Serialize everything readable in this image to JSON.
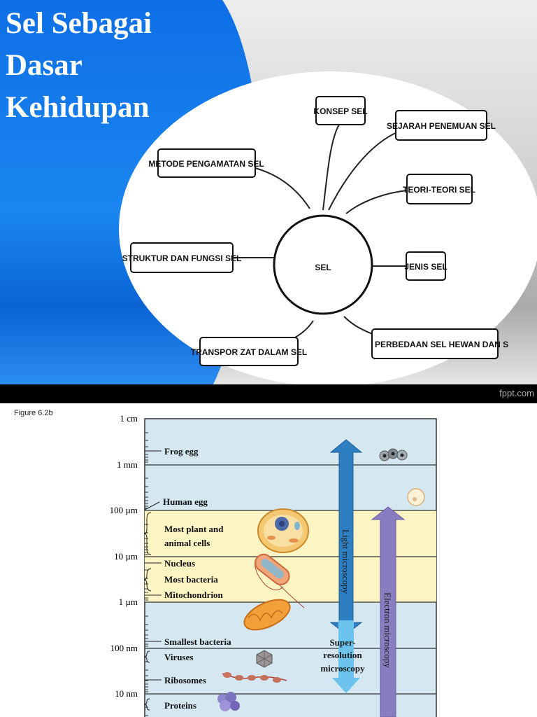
{
  "slide": {
    "title_lines": [
      "Sel Sebagai",
      "Dasar",
      "Kehidupan"
    ],
    "center_node": "SEL",
    "nodes": {
      "konsep": "KONSEP SEL",
      "sejarah": "SEJARAH PENEMUAN SEL",
      "teori": "TEORI-TEORI SEL",
      "jenis": "JENIS SEL",
      "perbedaan": "PERBEDAAN SEL HEWAN DAN S",
      "transpor": "TRANSPOR ZAT DALAM SEL",
      "struktur": "STRUKTUR DAN FUNGSI SEL",
      "metode": "METODE PENGAMATAN SEL"
    },
    "footer_credit": "fppt.com",
    "colors": {
      "blue": "#1a86f0",
      "dark_blue": "#0b5ecf"
    }
  },
  "figure": {
    "label": "Figure 6.2b",
    "scale_labels": [
      "1 cm",
      "1 mm",
      "100 µm",
      "10 µm",
      "1 µm",
      "100 nm",
      "10 nm"
    ],
    "items": {
      "frog_egg": "Frog egg",
      "human_egg": "Human egg",
      "plant_animal_1": "Most plant and",
      "plant_animal_2": "animal cells",
      "nucleus": "Nucleus",
      "bacteria": "Most bacteria",
      "mitochondrion": "Mitochondrion",
      "smallest_bacteria": "Smallest bacteria",
      "viruses": "Viruses",
      "ribosomes": "Ribosomes",
      "proteins": "Proteins"
    },
    "light_microscopy": "Light microscopy",
    "electron_microscopy": "Electron microscopy",
    "super_resolution": [
      "Super-",
      "resolution",
      "microscopy"
    ],
    "colors": {
      "chart_bg": "#d5e7f1",
      "highlight": "#fcf4c2",
      "light_arrow": "#2e7fc2",
      "electron_arrow": "#8a7cc0",
      "super_arrow": "#6cc4ee"
    }
  }
}
